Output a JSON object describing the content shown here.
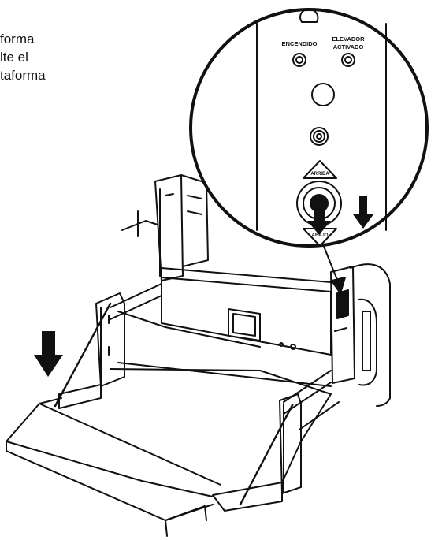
{
  "caption": {
    "lines": [
      "forma",
      "lte el",
      "taforma"
    ]
  },
  "control_panel": {
    "power_label": "ENCENDIDO",
    "lift_label_line1": "ELEVADOR",
    "lift_label_line2": "ACTIVADO",
    "up_label": "ARRIBA",
    "down_label": "ABAJO"
  },
  "colors": {
    "ink": "#111111",
    "background": "#ffffff"
  },
  "icons": [
    "down-arrow-icon",
    "toggle-switch-icon",
    "indicator-light-icon"
  ]
}
